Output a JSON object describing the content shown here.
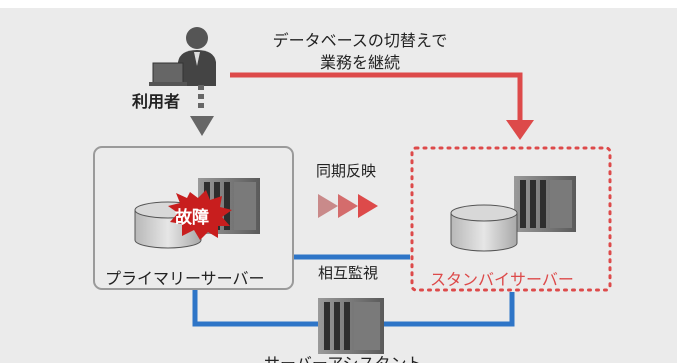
{
  "top_label_line1": "データベースの切替えで",
  "top_label_line2": "業務を継続",
  "user_label": "利用者",
  "sync_label": "同期反映",
  "failure_badge": "故障",
  "primary_label": "プライマリーサーバー",
  "monitor_label": "相互監視",
  "standby_label": "スタンバイサーバー",
  "assistant_label": "サーバーアシスタント",
  "colors": {
    "background": "#ebebeb",
    "red_accent": "#dd4a4a",
    "blue_line": "#2e75c7",
    "gray_arrow": "#666666"
  }
}
